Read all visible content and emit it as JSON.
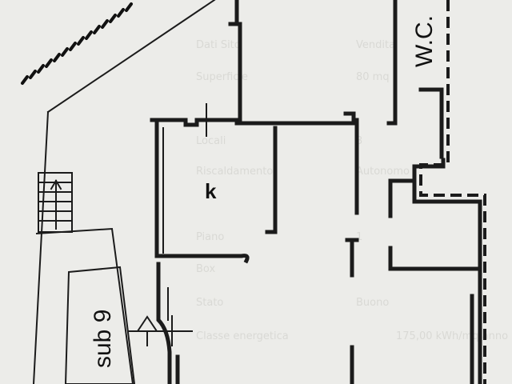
{
  "plan": {
    "rooms": {
      "kitchen_label": "k",
      "wc_label": "W.C.",
      "sub_label": "sub 9"
    },
    "background_text": {
      "rows": [
        {
          "label": "Dati Sito",
          "value": "Vendita"
        },
        {
          "label": "Superficie",
          "value": "80 mq"
        },
        {
          "label": "Locali",
          "value": "3"
        },
        {
          "label": "Riscaldamento",
          "value": "Autonomo"
        },
        {
          "label": "Piano",
          "value": "1"
        },
        {
          "label": "Box",
          "value": ""
        },
        {
          "label": "Stato",
          "value": "Buono"
        },
        {
          "label": "Classe energetica",
          "value": "175,00 kWh/mq anno"
        }
      ]
    },
    "colors": {
      "ink": "#1b1b1b",
      "paper": "#ecece9",
      "ghost_text": "#d9d9d5"
    }
  }
}
